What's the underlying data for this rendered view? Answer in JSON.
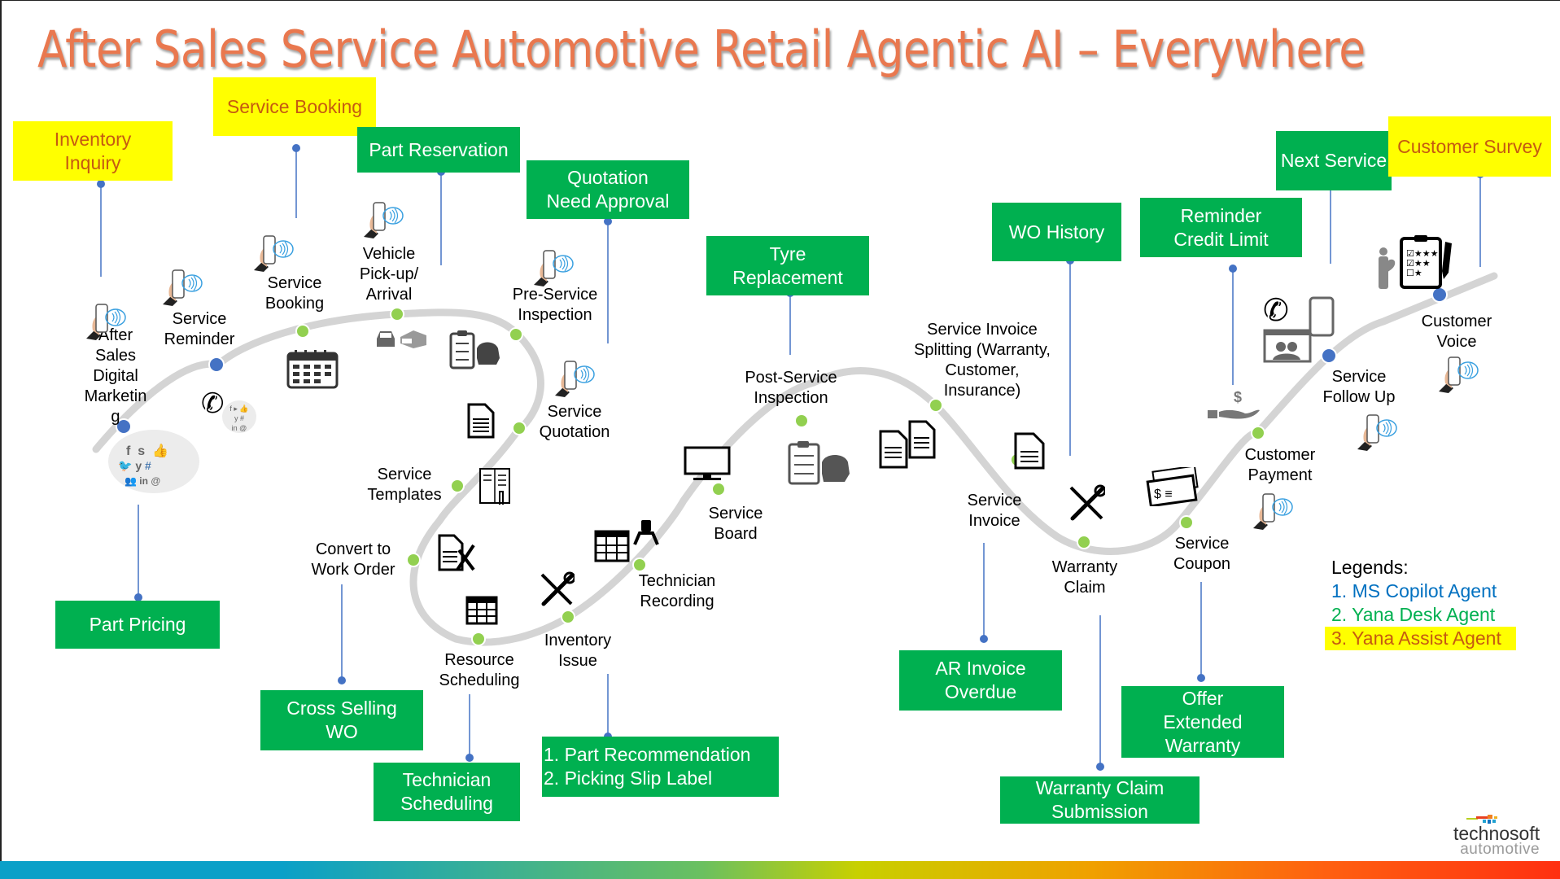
{
  "title": "After Sales Service Automotive Retail Agentic AI – Everywhere",
  "colors": {
    "ms_copilot": "#0070C0",
    "yana_desk": "#00B050",
    "yana_assist_text": "#C55A11",
    "yana_assist_bg": "#FFFF00",
    "title": "#E9784F",
    "path": "#D4D4D4",
    "dot_green": "#92D050",
    "dot_blue": "#4472C4"
  },
  "agent_boxes": [
    {
      "id": "inventory-inquiry",
      "label": "Inventory\nInquiry",
      "agent": "yana_assist"
    },
    {
      "id": "service-booking",
      "label": "Service Booking",
      "agent": "yana_assist"
    },
    {
      "id": "part-reservation",
      "label": "Part Reservation",
      "agent": "yana_desk"
    },
    {
      "id": "quotation-need-approval",
      "label": "Quotation\nNeed Approval",
      "agent": "yana_desk"
    },
    {
      "id": "tyre-replacement",
      "label": "Tyre\nReplacement",
      "agent": "yana_desk"
    },
    {
      "id": "wo-history",
      "label": "WO History",
      "agent": "yana_desk"
    },
    {
      "id": "reminder-credit-limit",
      "label": "Reminder\nCredit Limit",
      "agent": "yana_desk"
    },
    {
      "id": "next-service",
      "label": "Next Service",
      "agent": "yana_desk"
    },
    {
      "id": "customer-survey",
      "label": "Customer Survey",
      "agent": "yana_assist"
    },
    {
      "id": "part-pricing",
      "label": "Part Pricing",
      "agent": "yana_desk"
    },
    {
      "id": "cross-selling-wo",
      "label": "Cross Selling\nWO",
      "agent": "yana_desk"
    },
    {
      "id": "technician-scheduling",
      "label": "Technician\nScheduling",
      "agent": "yana_desk"
    },
    {
      "id": "part-recommendation",
      "label": "1. Part Recommendation\n2. Picking Slip Label",
      "agent": "yana_desk"
    },
    {
      "id": "ar-invoice-overdue",
      "label": "AR Invoice\nOverdue",
      "agent": "yana_desk"
    },
    {
      "id": "warranty-claim-submission",
      "label": "Warranty Claim\nSubmission",
      "agent": "yana_desk"
    },
    {
      "id": "offer-extended-warranty",
      "label": "Offer\nExtended\nWarranty",
      "agent": "yana_desk"
    }
  ],
  "steps": [
    {
      "id": "after-sales-digital-marketing",
      "label": "After\nSales\nDigital\nMarketin\ng",
      "dot": "blue"
    },
    {
      "id": "service-reminder",
      "label": "Service\nReminder",
      "dot": "blue"
    },
    {
      "id": "service-booking",
      "label": "Service\nBooking",
      "dot": "green"
    },
    {
      "id": "vehicle-pickup-arrival",
      "label": "Vehicle\nPick-up/\nArrival",
      "dot": "green"
    },
    {
      "id": "pre-service-inspection",
      "label": "Pre-Service\nInspection",
      "dot": "green"
    },
    {
      "id": "service-quotation",
      "label": "Service\nQuotation",
      "dot": "green"
    },
    {
      "id": "service-templates",
      "label": "Service\nTemplates",
      "dot": "green"
    },
    {
      "id": "convert-to-work-order",
      "label": "Convert to\nWork Order",
      "dot": "green"
    },
    {
      "id": "resource-scheduling",
      "label": "Resource\nScheduling",
      "dot": "green"
    },
    {
      "id": "inventory-issue",
      "label": "Inventory\nIssue",
      "dot": "green"
    },
    {
      "id": "technician-recording",
      "label": "Technician\nRecording",
      "dot": "green"
    },
    {
      "id": "service-board",
      "label": "Service\nBoard",
      "dot": "green"
    },
    {
      "id": "post-service-inspection",
      "label": "Post-Service\nInspection",
      "dot": "green"
    },
    {
      "id": "service-invoice-splitting",
      "label": "Service Invoice\nSplitting (Warranty,\nCustomer,\nInsurance)",
      "dot": "green"
    },
    {
      "id": "service-invoice",
      "label": "Service\nInvoice",
      "dot": "green"
    },
    {
      "id": "warranty-claim",
      "label": "Warranty\nClaim",
      "dot": "green"
    },
    {
      "id": "service-coupon",
      "label": "Service\nCoupon",
      "dot": "green"
    },
    {
      "id": "customer-payment",
      "label": "Customer\nPayment",
      "dot": "green"
    },
    {
      "id": "service-follow-up",
      "label": "Service\nFollow Up",
      "dot": "blue"
    },
    {
      "id": "customer-voice",
      "label": "Customer\nVoice",
      "dot": "blue"
    }
  ],
  "legend": {
    "heading": "Legends:",
    "items": [
      "1. MS Copilot Agent",
      "2. Yana Desk Agent",
      "3. Yana Assist Agent"
    ]
  },
  "logo": {
    "name": "technosoft",
    "sub": "automotive"
  }
}
